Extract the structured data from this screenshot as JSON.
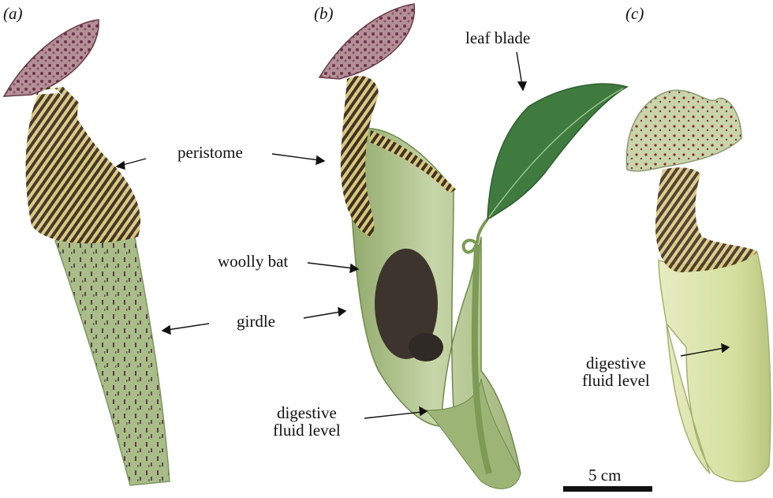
{
  "panels": {
    "a": "(a)",
    "b": "(b)",
    "c": "(c)"
  },
  "labels": {
    "peristome": "peristome",
    "leaf_blade": "leaf blade",
    "woolly_bat": "woolly bat",
    "girdle": "girdle",
    "digestive_b_line1": "digestive",
    "digestive_b_line2": "fluid level",
    "digestive_c_line1": "digestive",
    "digestive_c_line2": "fluid level"
  },
  "scale_bar": {
    "label": "5 cm"
  },
  "colors": {
    "pitcher_green": "#b7c996",
    "pitcher_dark": "#6f8a4c",
    "lid_purple": "#7a4050",
    "rim_dark": "#3a2a1c",
    "rim_light": "#d9c77a",
    "leaf_green": "#3f7a3e",
    "bat_brown": "#3d352d",
    "pale_yellow": "#dfe5b0"
  }
}
